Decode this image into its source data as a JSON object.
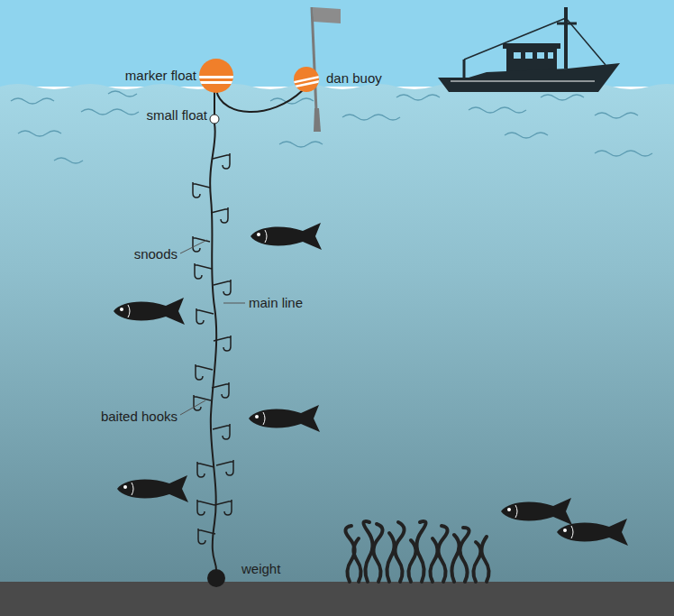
{
  "diagram": {
    "labels": [
      "marker float",
      "dan buoy",
      "small float",
      "snoods",
      "main line",
      "baited hooks",
      "weight"
    ]
  }
}
